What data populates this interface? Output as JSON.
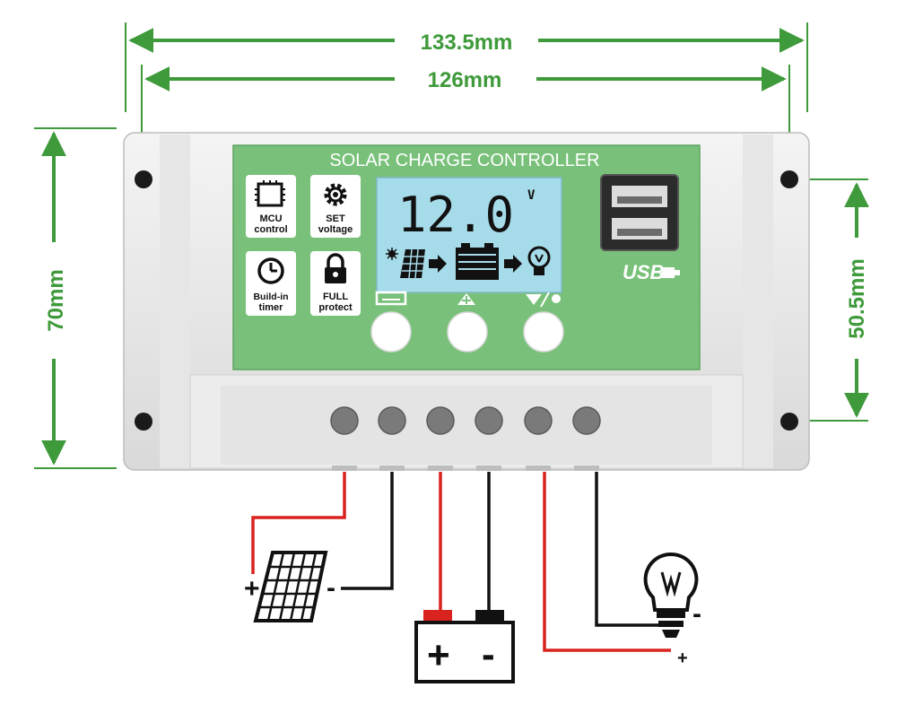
{
  "dimensions": {
    "outer_width": "133.5mm",
    "inner_width": "126mm",
    "height": "70mm",
    "hole_spacing": "50.5mm"
  },
  "panel": {
    "title": "SOLAR CHARGE CONTROLLER",
    "usb_label": "USB"
  },
  "features": [
    {
      "line1": "MCU",
      "line2": "control",
      "icon": "chip-icon"
    },
    {
      "line1": "SET",
      "line2": "voltage",
      "icon": "gear-icon"
    },
    {
      "line1": "Build-in",
      "line2": "timer",
      "icon": "clock-icon"
    },
    {
      "line1": "FULL",
      "line2": "protect",
      "icon": "lock-icon"
    }
  ],
  "lcd": {
    "value": "12.0",
    "unit": "V"
  },
  "terminals": {
    "solar_plus": "+",
    "solar_minus": "-",
    "battery_plus": "+",
    "battery_minus": "-",
    "load_plus": "+",
    "load_minus": "-"
  },
  "colors": {
    "dimension_green": "#3e9a3a",
    "panel_green": "#79c17a",
    "lcd_blue": "#a6dbe9",
    "wire_red": "#d9231f",
    "wire_black": "#111111"
  }
}
